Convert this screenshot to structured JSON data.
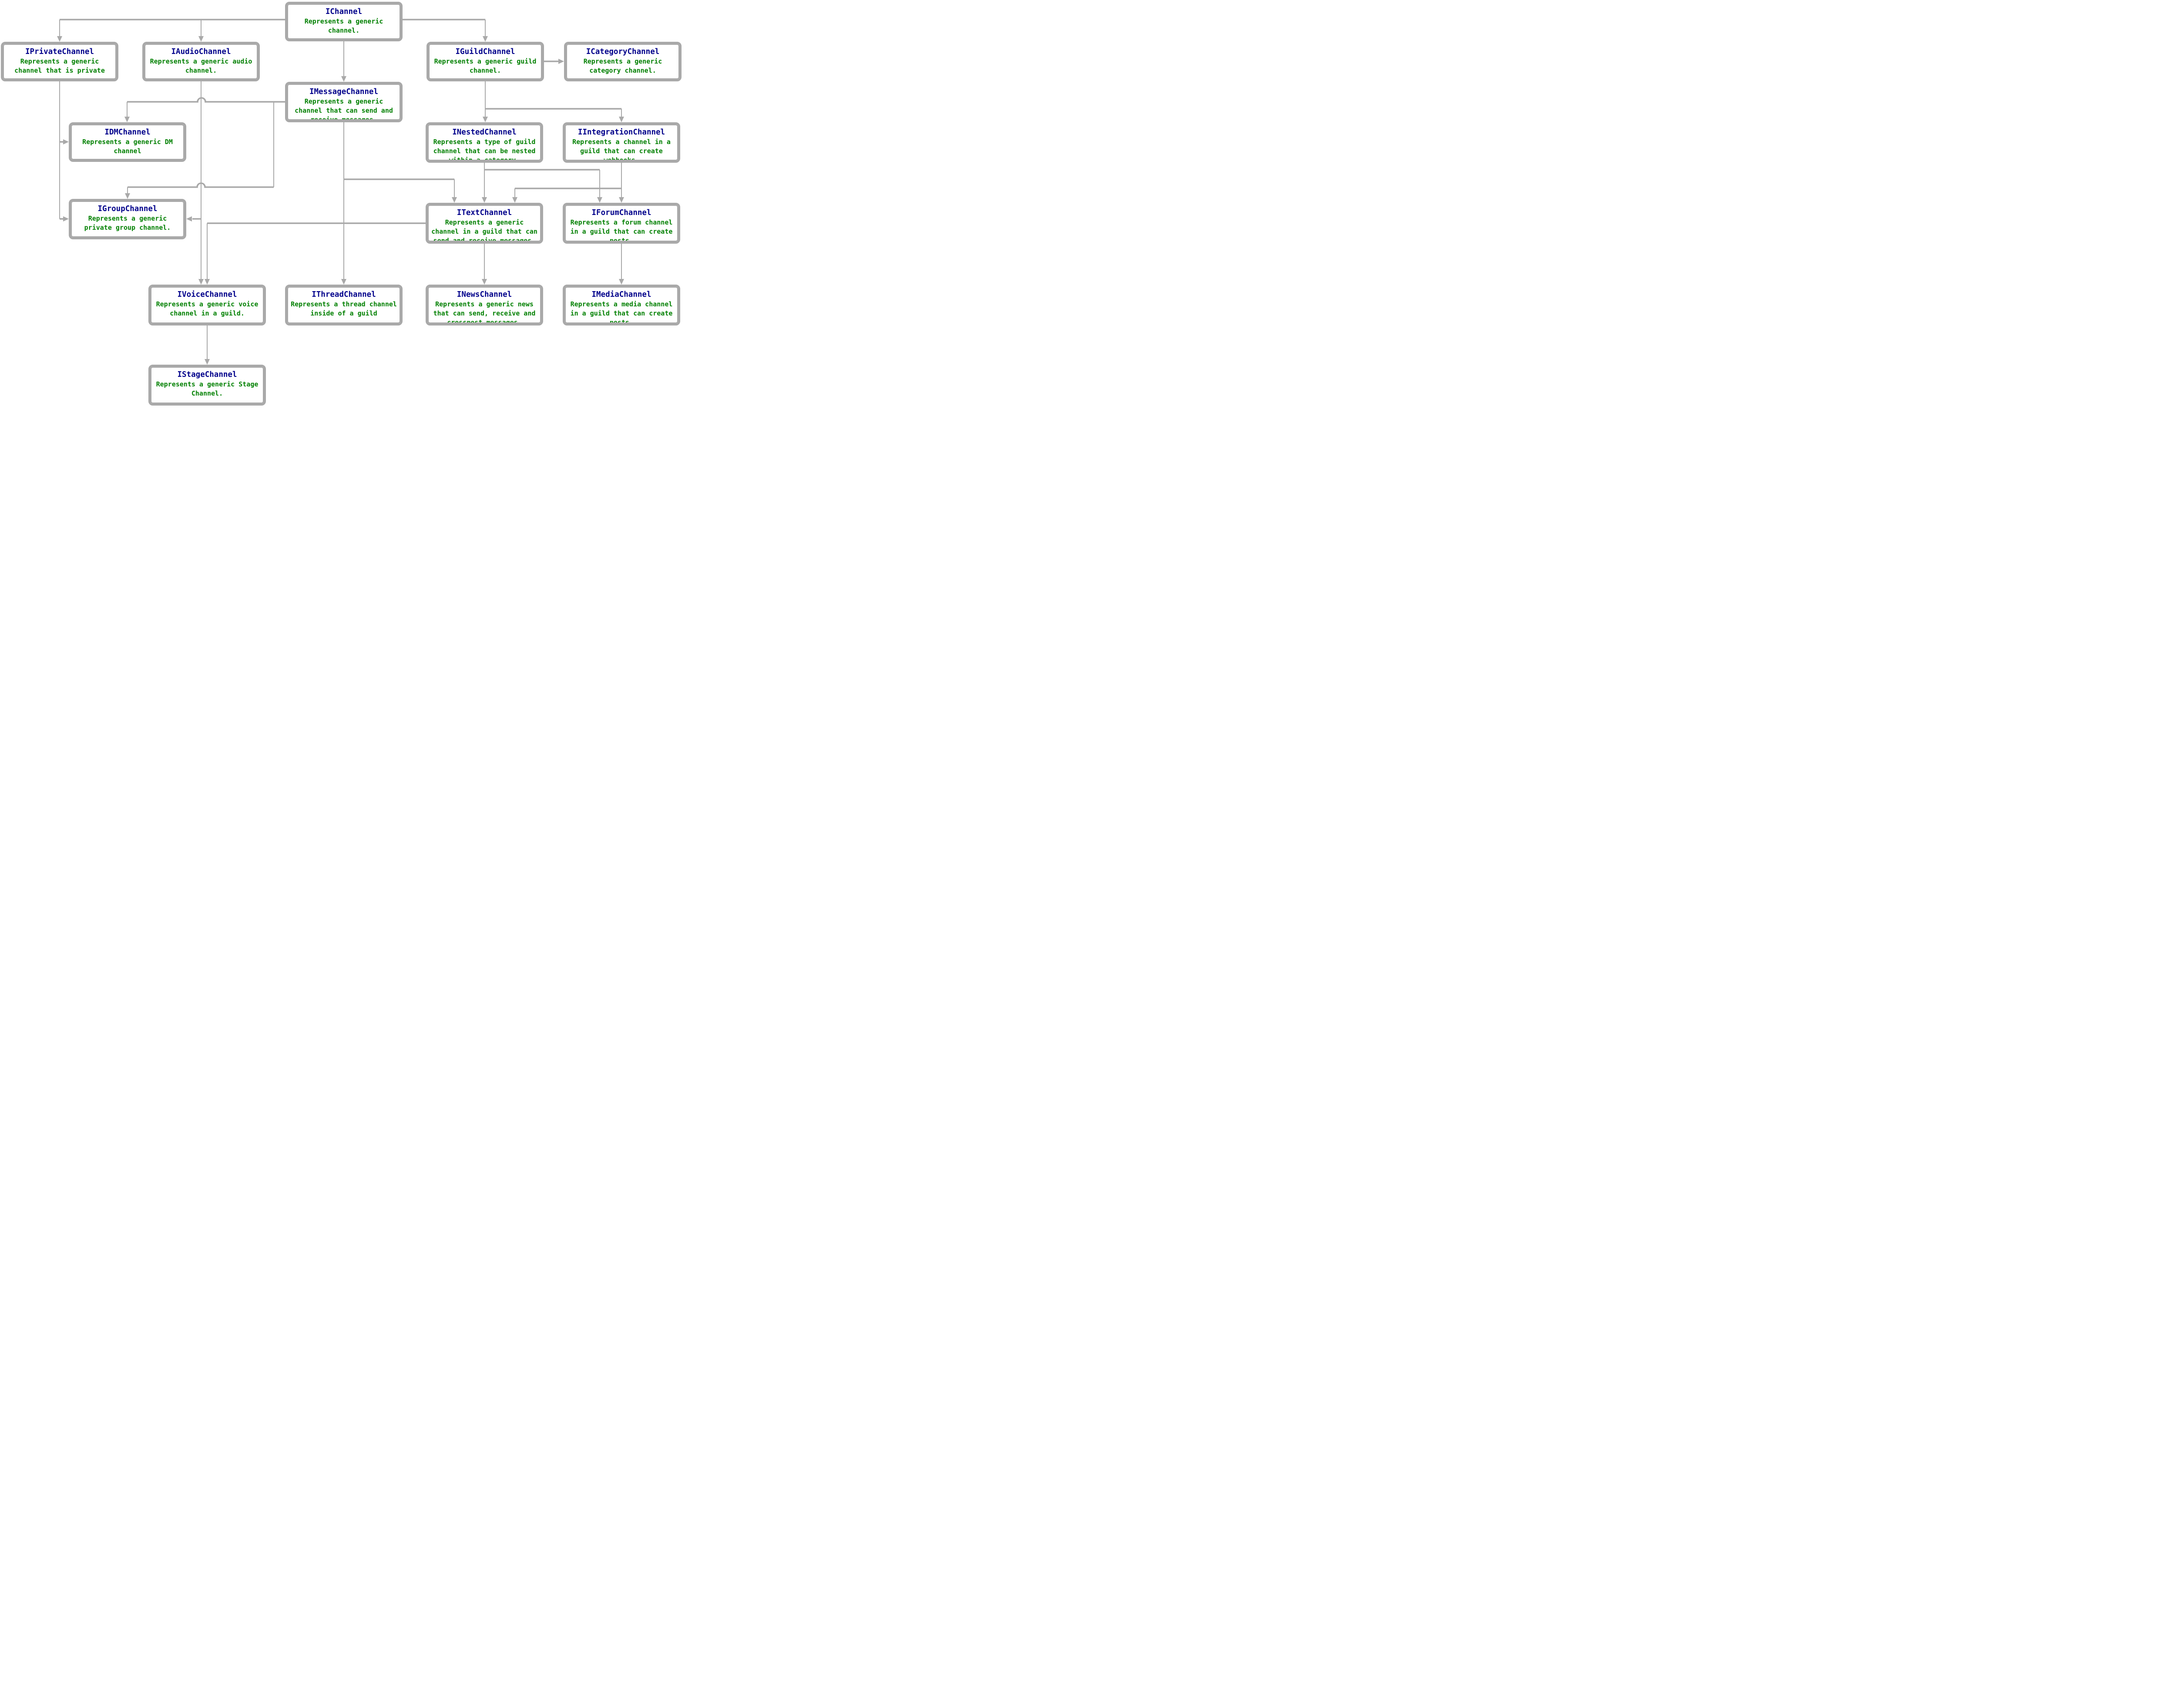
{
  "colors": {
    "title": "#00008b",
    "desc": "#008000",
    "line": "#a9a9a9",
    "background": "#ffffff"
  },
  "diagram": {
    "nodes": {
      "ichannel": {
        "title": "IChannel",
        "desc": "Represents a generic\nchannel."
      },
      "iprivatechannel": {
        "title": "IPrivateChannel",
        "desc": "Represents a generic\nchannel that is private"
      },
      "iaudiochannel": {
        "title": "IAudioChannel",
        "desc": "Represents a generic audio\nchannel."
      },
      "iguildchannel": {
        "title": "IGuildChannel",
        "desc": "Represents a generic guild\nchannel."
      },
      "icategorychannel": {
        "title": "ICategoryChannel",
        "desc": "Represents a generic\ncategory channel."
      },
      "imessagechannel": {
        "title": "IMessageChannel",
        "desc": "Represents a generic\nchannel that can send and\nreceive messages."
      },
      "idmchannel": {
        "title": "IDMChannel",
        "desc": "Represents a generic DM\nchannel"
      },
      "inestedchannel": {
        "title": "INestedChannel",
        "desc": "Represents a type of guild\nchannel that can be nested\nwithin a category."
      },
      "iintegrationchannel": {
        "title": "IIntegrationChannel",
        "desc": "Represents a channel in a\nguild that can create\nwebhooks."
      },
      "igroupchannel": {
        "title": "IGroupChannel",
        "desc": "Represents a generic\nprivate group channel."
      },
      "itextchannel": {
        "title": "ITextChannel",
        "desc": "Represents a generic\nchannel in a guild that can\nsend and receive messages."
      },
      "iforumchannel": {
        "title": "IForumChannel",
        "desc": "Represents a forum channel\nin a guild that can create\nposts."
      },
      "ivoicechannel": {
        "title": "IVoiceChannel",
        "desc": "Represents a generic voice\nchannel in a guild."
      },
      "ithreadchannel": {
        "title": "IThreadChannel",
        "desc": "Represents a thread channel\ninside of a guild"
      },
      "inewschannel": {
        "title": "INewsChannel",
        "desc": "Represents a generic news\nthat can send, receive and\ncrosspost messages."
      },
      "imediachannel": {
        "title": "IMediaChannel",
        "desc": "Represents a media channel\nin a guild that can create\nposts."
      },
      "istagechannel": {
        "title": "IStageChannel",
        "desc": "Represents a generic Stage\nChannel."
      }
    },
    "edges": [
      {
        "from": "IChannel",
        "to": "IPrivateChannel"
      },
      {
        "from": "IChannel",
        "to": "IAudioChannel"
      },
      {
        "from": "IChannel",
        "to": "IGuildChannel"
      },
      {
        "from": "IChannel",
        "to": "IMessageChannel"
      },
      {
        "from": "IGuildChannel",
        "to": "ICategoryChannel"
      },
      {
        "from": "IGuildChannel",
        "to": "INestedChannel"
      },
      {
        "from": "IGuildChannel",
        "to": "IIntegrationChannel"
      },
      {
        "from": "IPrivateChannel",
        "to": "IDMChannel"
      },
      {
        "from": "IPrivateChannel",
        "to": "IGroupChannel"
      },
      {
        "from": "IMessageChannel",
        "to": "IDMChannel"
      },
      {
        "from": "IMessageChannel",
        "to": "IGroupChannel"
      },
      {
        "from": "IMessageChannel",
        "to": "ITextChannel"
      },
      {
        "from": "IMessageChannel",
        "to": "IThreadChannel"
      },
      {
        "from": "IAudioChannel",
        "to": "IGroupChannel"
      },
      {
        "from": "IAudioChannel",
        "to": "IVoiceChannel"
      },
      {
        "from": "INestedChannel",
        "to": "ITextChannel"
      },
      {
        "from": "INestedChannel",
        "to": "IForumChannel"
      },
      {
        "from": "IIntegrationChannel",
        "to": "ITextChannel"
      },
      {
        "from": "IIntegrationChannel",
        "to": "IForumChannel"
      },
      {
        "from": "ITextChannel",
        "to": "IVoiceChannel"
      },
      {
        "from": "ITextChannel",
        "to": "INewsChannel"
      },
      {
        "from": "IForumChannel",
        "to": "IMediaChannel"
      },
      {
        "from": "IVoiceChannel",
        "to": "IStageChannel"
      }
    ]
  }
}
